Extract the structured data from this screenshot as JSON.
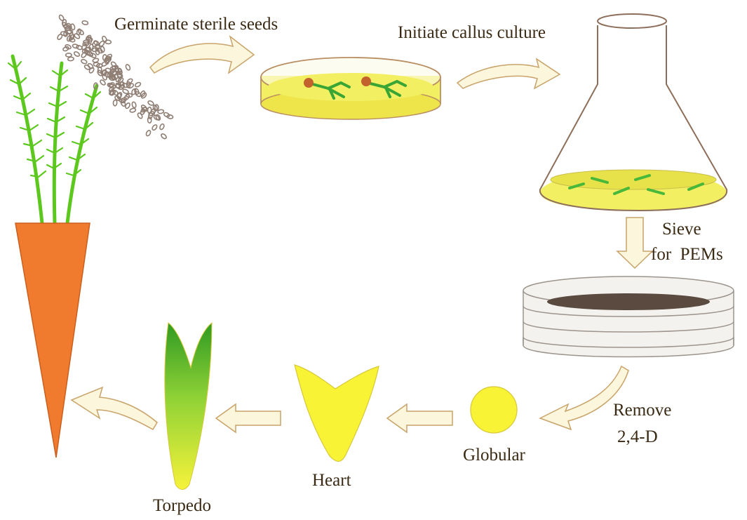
{
  "diagram": {
    "steps": {
      "germinate": "Germinate sterile seeds",
      "initiate": "Initiate callus culture",
      "sieve_line1": "Sieve",
      "sieve_line2": "for  PEMs",
      "remove_line1": "Remove",
      "remove_line2": "2,4-D"
    },
    "stages": {
      "globular": "Globular",
      "heart": "Heart",
      "torpedo": "Torpedo"
    },
    "colors": {
      "carrot": "#f07a2e",
      "foliage": "#5cc81e",
      "medium": "#f3ef62",
      "embryo_yellow": "#f9f335",
      "arrow_fill": "#fbf6dc",
      "arrow_stroke": "#c9a36a",
      "petri_rim": "#b98e62",
      "seed": "#8f7e73",
      "sieve_mesh": "#5a4a3f"
    },
    "icons": [
      "carrot-icon",
      "seeds-icon",
      "petri-dish-icon",
      "flask-icon",
      "sieve-icon",
      "globular-embryo-icon",
      "heart-embryo-icon",
      "torpedo-embryo-icon"
    ]
  }
}
